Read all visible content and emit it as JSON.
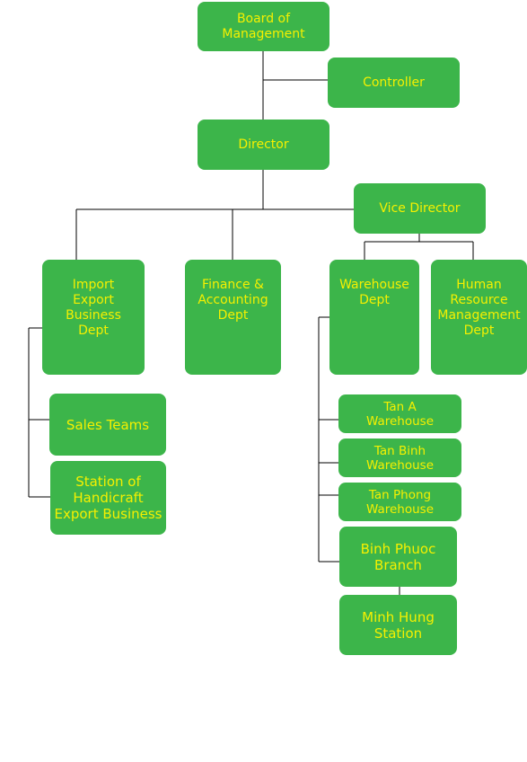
{
  "chart": {
    "board": "Board of\nManagement",
    "controller": "Controller",
    "director": "Director",
    "vice_director": "Vice Director",
    "import_export": "Import\nExport\nBusiness\nDept",
    "finance": "Finance &\nAccounting\nDept",
    "warehouse": "Warehouse\nDept",
    "hr": "Human\nResource\nManagement\nDept",
    "sales_teams": "Sales Teams",
    "handicraft": "Station of\nHandicraft\nExport Business",
    "tan_a": "Tan A\nWarehouse",
    "tan_binh": "Tan Binh\nWarehouse",
    "tan_phong": "Tan Phong\nWarehouse",
    "binh_phuoc": "Binh Phuoc\nBranch",
    "minh_hung": "Minh Hung\nStation"
  },
  "colors": {
    "box": "#3cb54a",
    "text": "#f5f000",
    "line": "#000000"
  }
}
